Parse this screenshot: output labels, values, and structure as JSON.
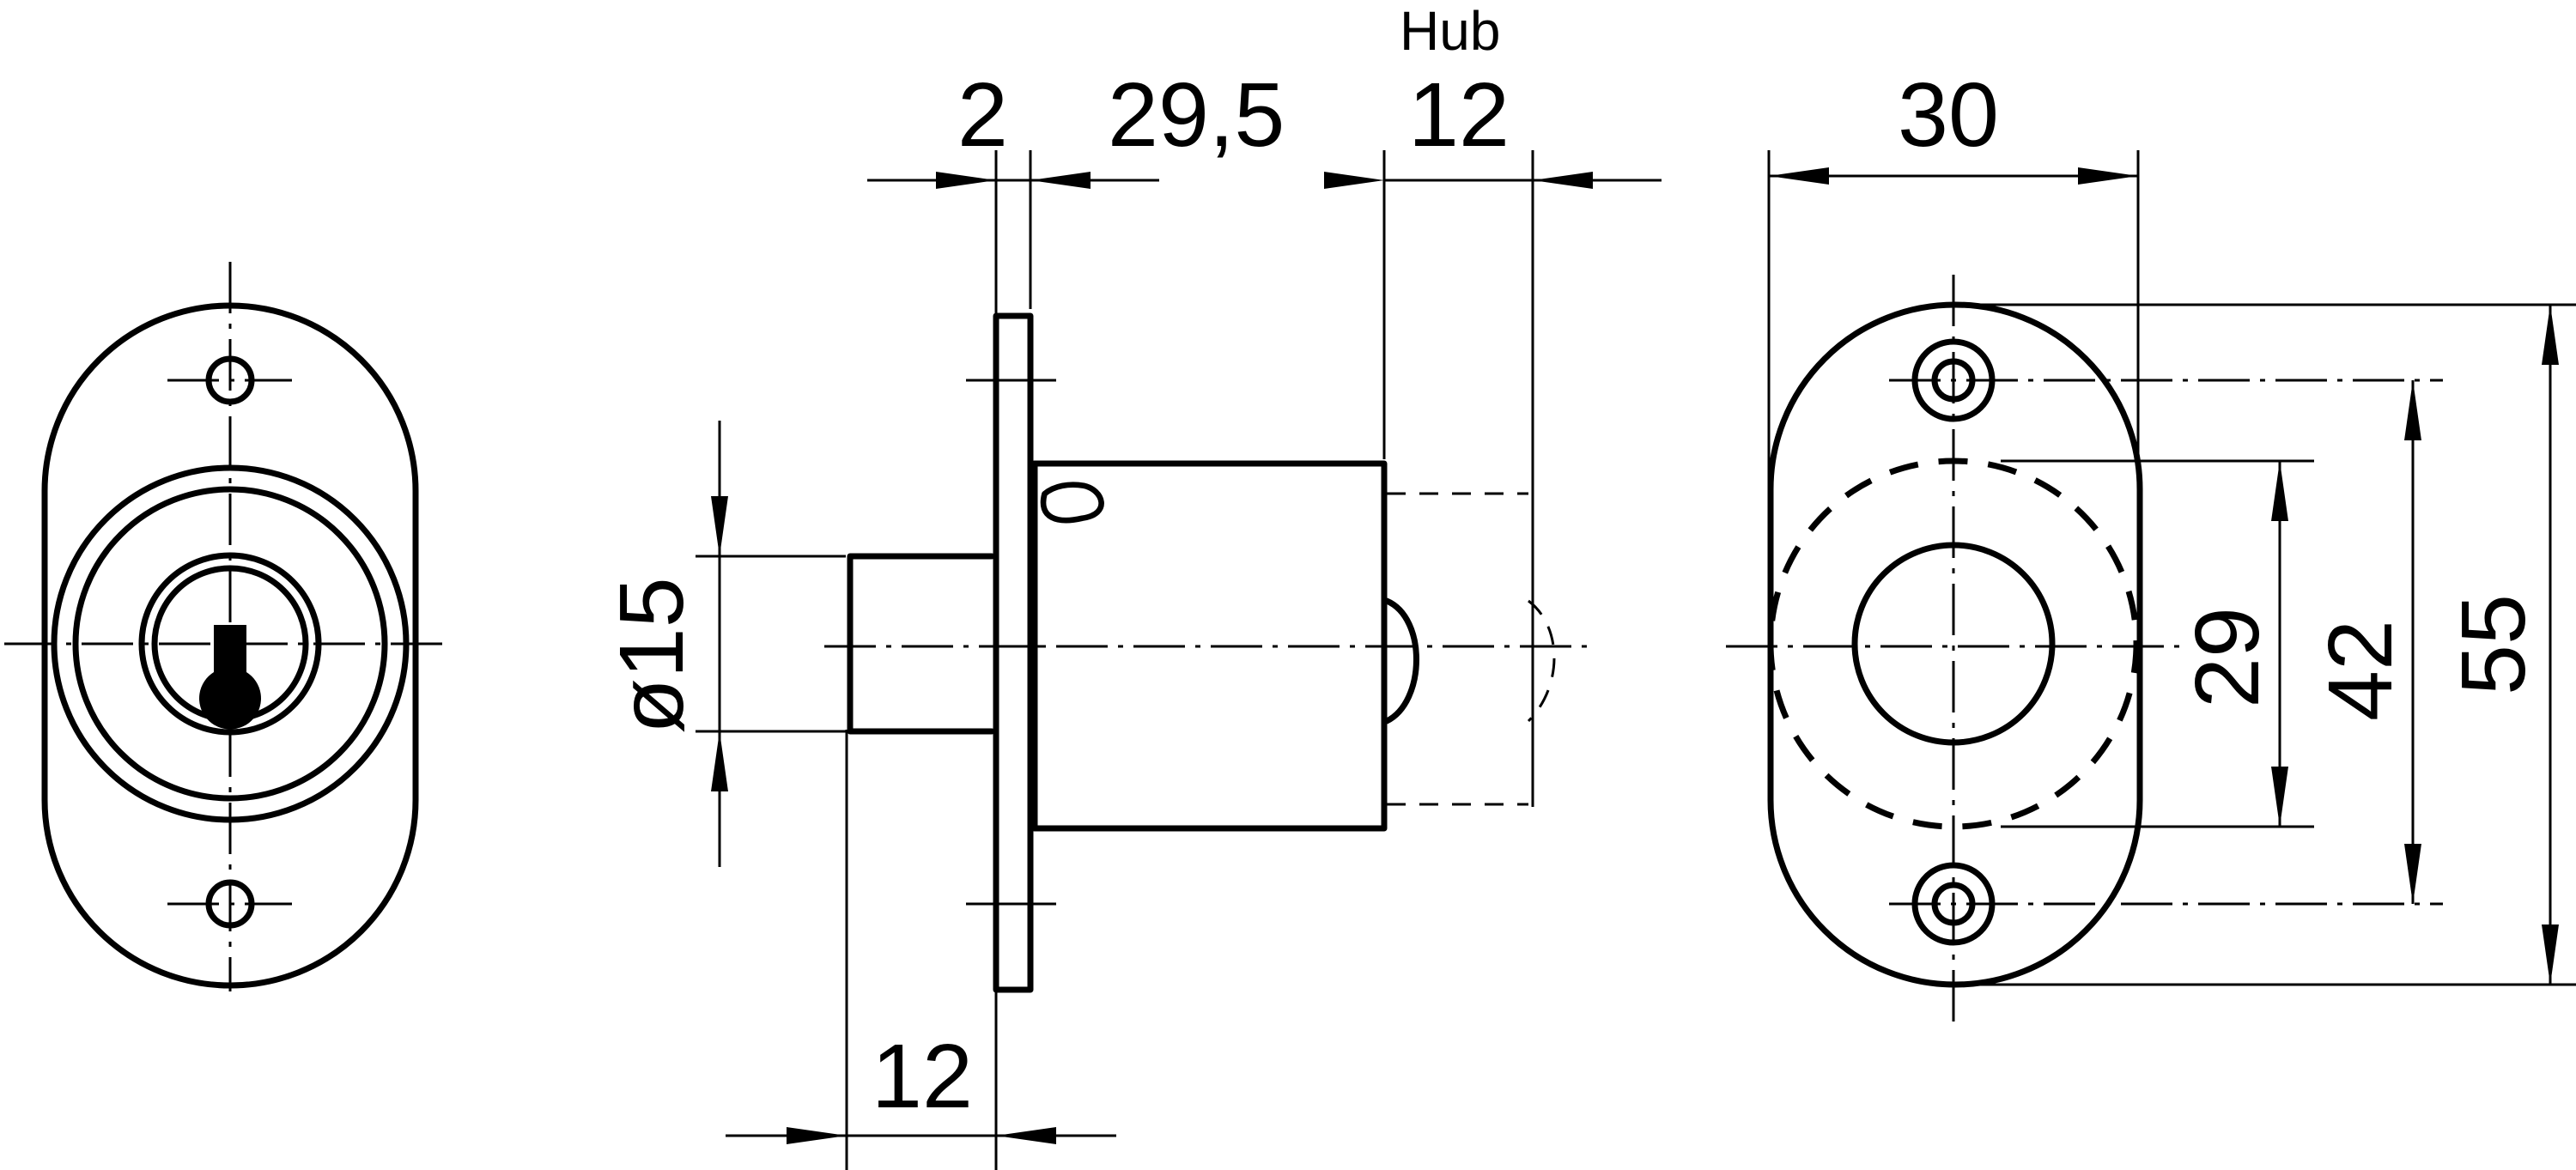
{
  "labels": {
    "hub": "Hub",
    "dim_2": "2",
    "dim_29_5": "29,5",
    "dim_12_top": "12",
    "dim_30": "30",
    "dim_15": "ø15",
    "dim_12_bottom": "12",
    "dim_29": "29",
    "dim_42": "42",
    "dim_55": "55"
  }
}
